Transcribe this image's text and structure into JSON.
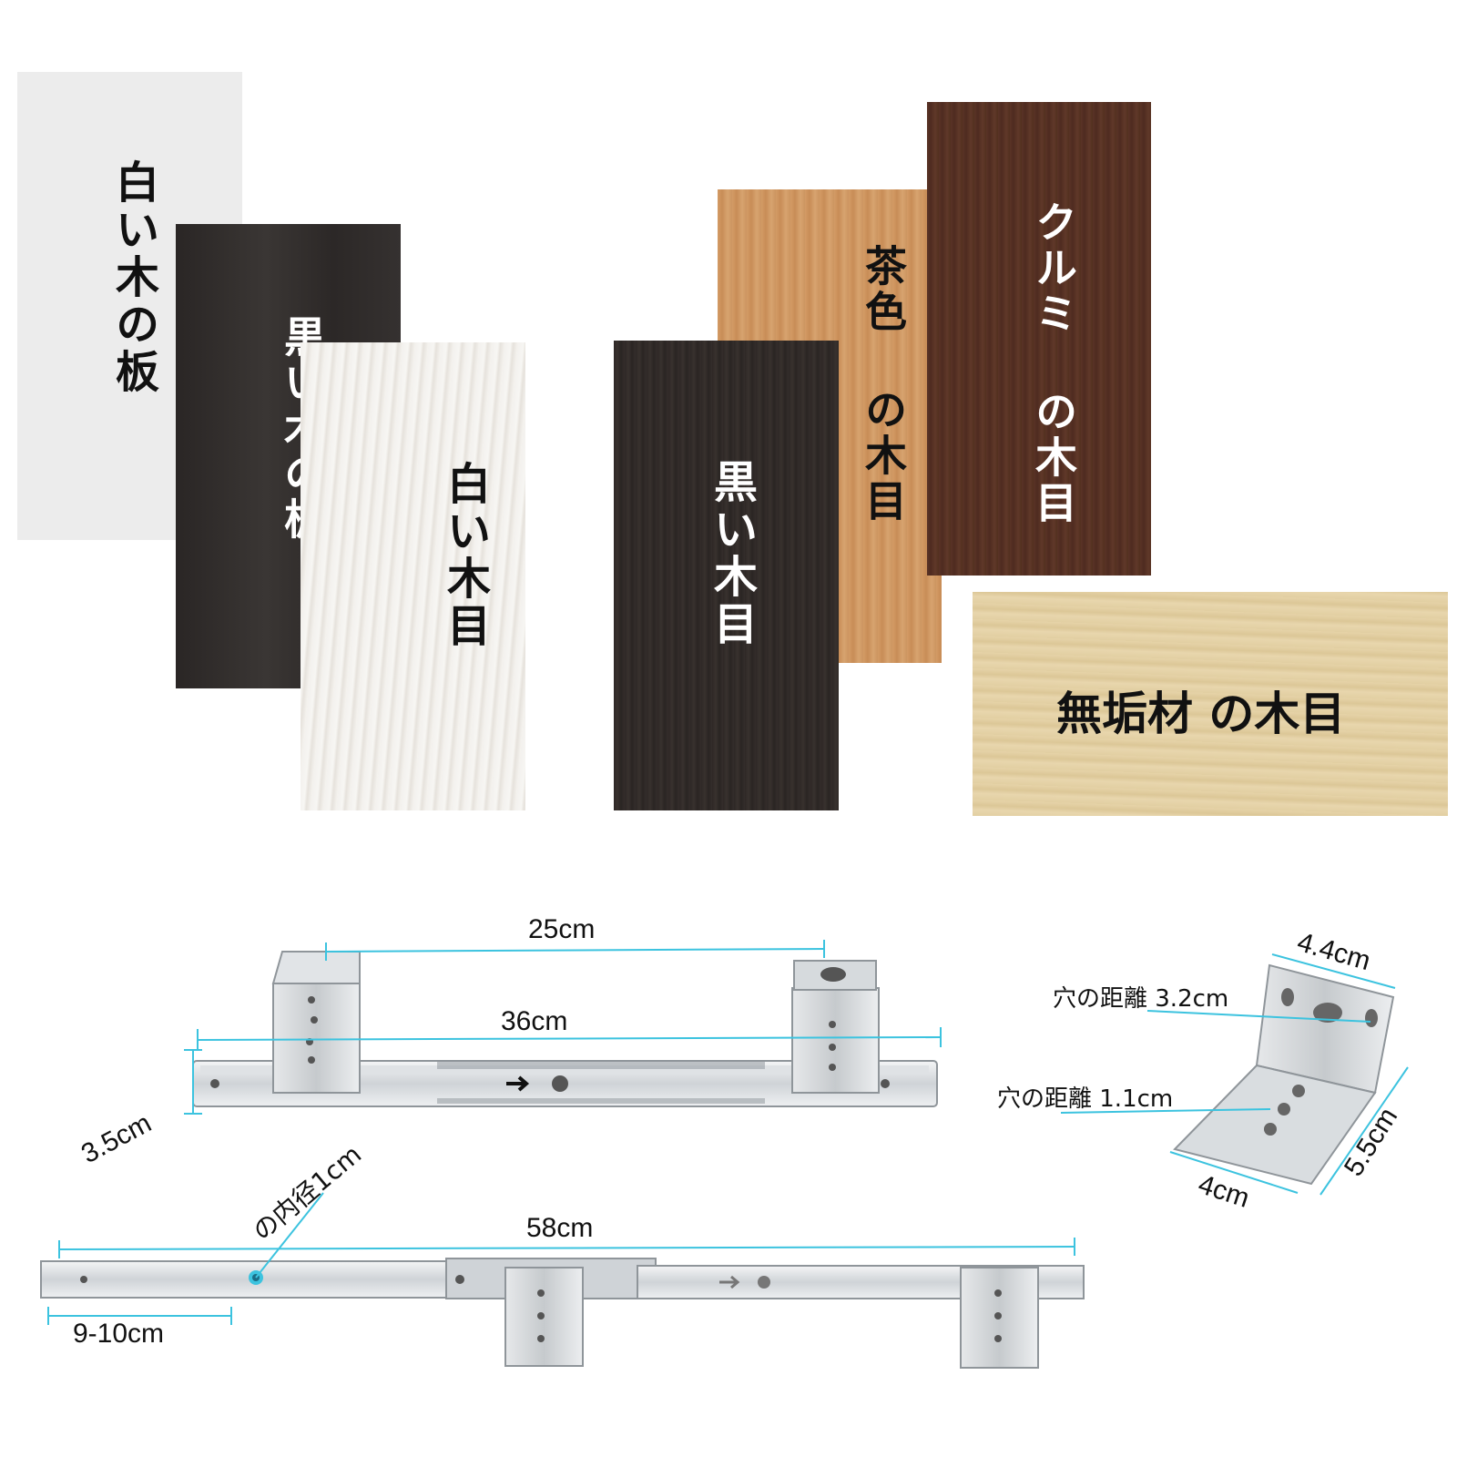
{
  "swatches": {
    "white_board": "白い木の板",
    "black_board": "黒い木の板",
    "white_grain": "白い木目",
    "black_grain": "黒い木目",
    "brown_grain": "茶色 の木目",
    "walnut_grain": "クルミ の木目",
    "solid_grain": "無垢材 の木目"
  },
  "dimensions": {
    "d_25cm": "25cm",
    "d_36cm": "36cm",
    "d_3_5cm": "3.5cm",
    "d_inner": "の内径1cm",
    "d_58cm": "58cm",
    "d_9_10cm": "9-10cm",
    "d_4_4cm": "4.4cm",
    "d_hole_3_2": "穴の距離 3.2cm",
    "d_hole_1_1": "穴の距離 1.1cm",
    "d_5_5cm": "5.5cm",
    "d_4cm": "4cm"
  },
  "colors": {
    "dimension_line": "#3cc3df",
    "steel": "#d4d8dc"
  }
}
